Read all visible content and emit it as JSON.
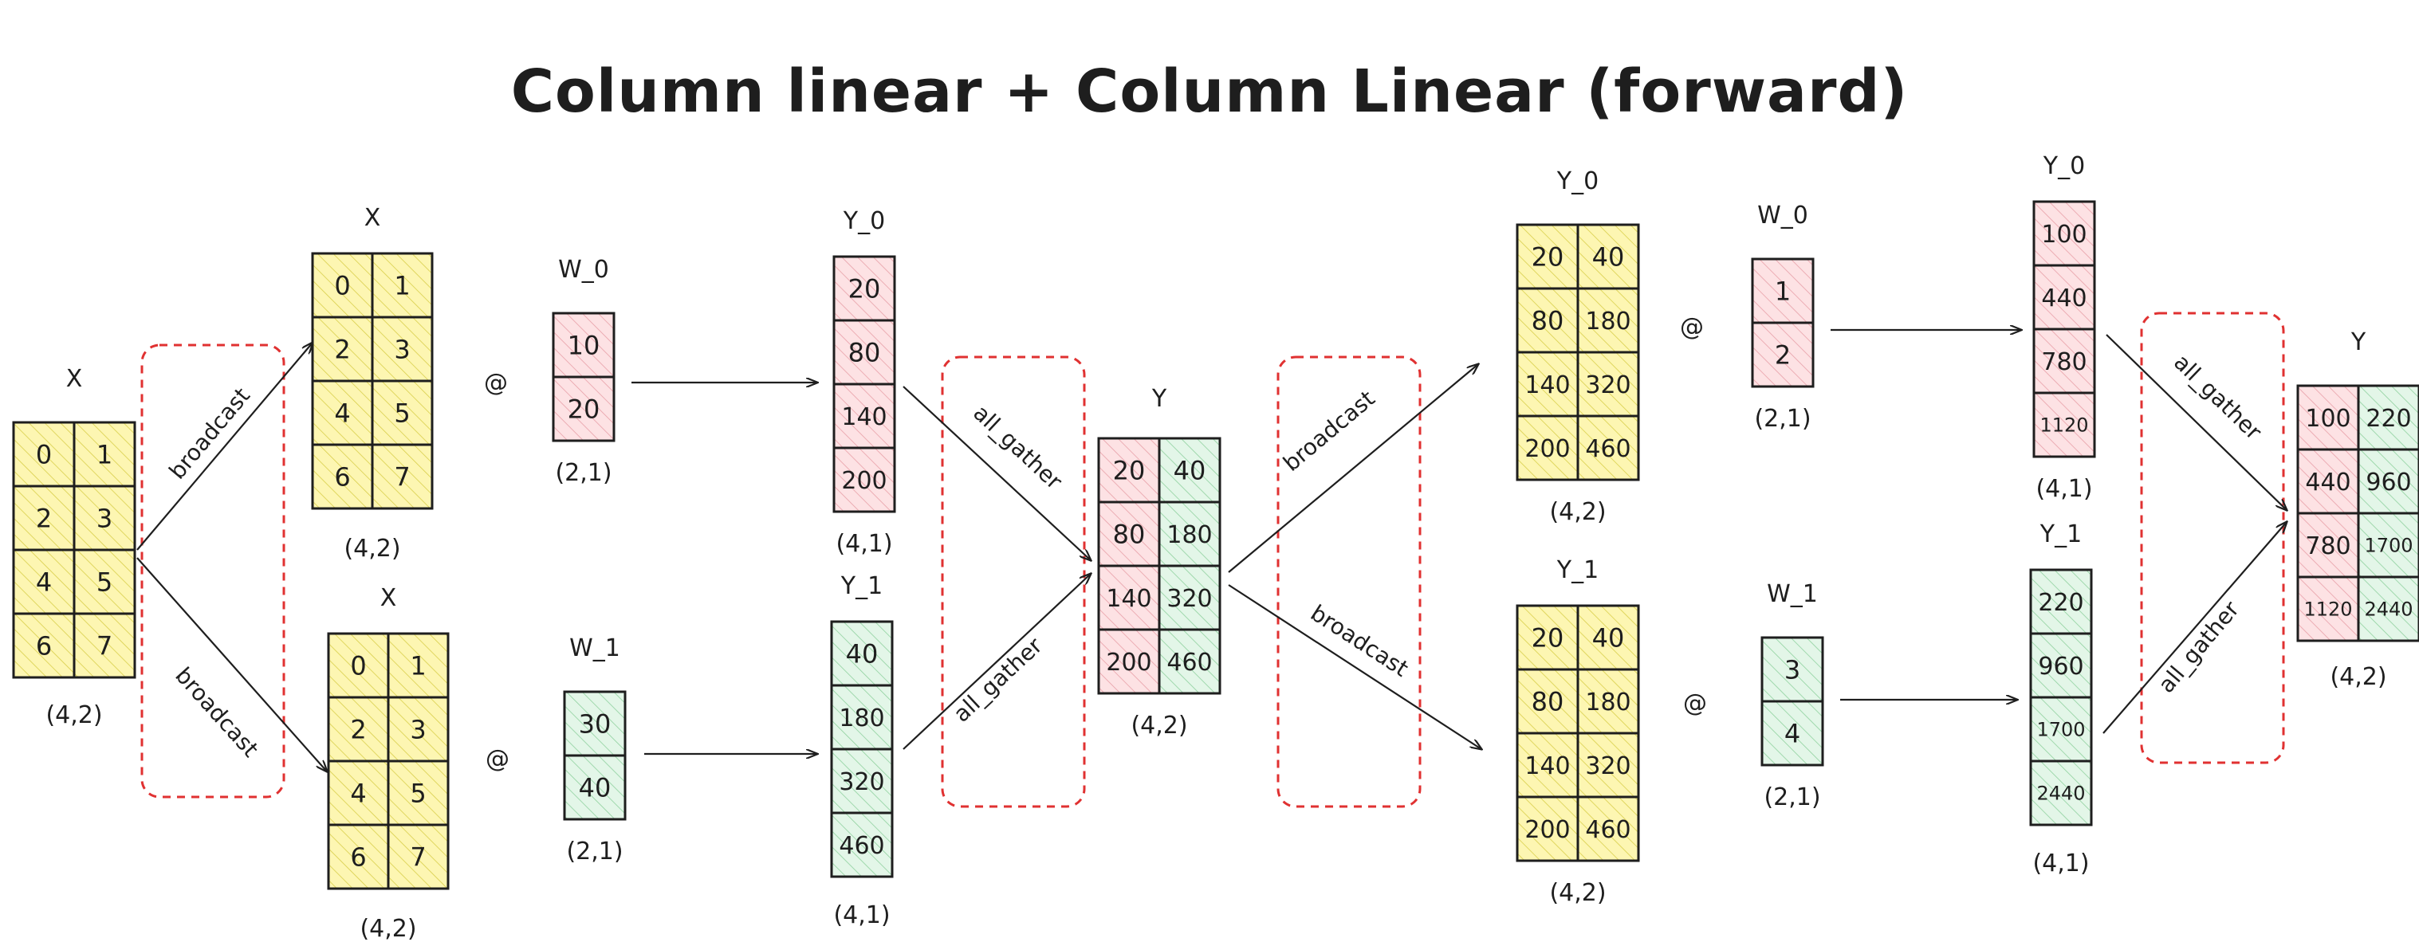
{
  "title": "Column linear + Column Linear (forward)",
  "colors": {
    "yellow": "#fdf6b2",
    "yellow_hatch": "#d9cf4a",
    "red": "#fde2e4",
    "red_hatch": "#e8a0a8",
    "green": "#e3f6e8",
    "green_hatch": "#8fd19e",
    "dashed_box": "#e03131",
    "ink": "#1e1e1e"
  },
  "operator": "@",
  "matrices": {
    "x_input": {
      "name": "X",
      "shape": "(4,2)",
      "values": [
        [
          "0",
          "1"
        ],
        [
          "2",
          "3"
        ],
        [
          "4",
          "5"
        ],
        [
          "6",
          "7"
        ]
      ]
    },
    "x_top": {
      "name": "X",
      "shape": "(4,2)",
      "values": [
        [
          "0",
          "1"
        ],
        [
          "2",
          "3"
        ],
        [
          "4",
          "5"
        ],
        [
          "6",
          "7"
        ]
      ]
    },
    "x_bottom": {
      "name": "X",
      "shape": "(4,2)",
      "values": [
        [
          "0",
          "1"
        ],
        [
          "2",
          "3"
        ],
        [
          "4",
          "5"
        ],
        [
          "6",
          "7"
        ]
      ]
    },
    "w0_a": {
      "name": "W_0",
      "shape": "(2,1)",
      "values": [
        [
          "10"
        ],
        [
          "20"
        ]
      ]
    },
    "w1_a": {
      "name": "W_1",
      "shape": "(2,1)",
      "values": [
        [
          "30"
        ],
        [
          "40"
        ]
      ]
    },
    "y0_a": {
      "name": "Y_0",
      "shape": "(4,1)",
      "values": [
        [
          "20"
        ],
        [
          "80"
        ],
        [
          "140"
        ],
        [
          "200"
        ]
      ]
    },
    "y1_a": {
      "name": "Y_1",
      "shape": "(4,1)",
      "values": [
        [
          "40"
        ],
        [
          "180"
        ],
        [
          "320"
        ],
        [
          "460"
        ]
      ]
    },
    "y_mid": {
      "name": "Y",
      "shape": "(4,2)",
      "values": [
        [
          "20",
          "40"
        ],
        [
          "80",
          "180"
        ],
        [
          "140",
          "320"
        ],
        [
          "200",
          "460"
        ]
      ]
    },
    "y0_b": {
      "name": "Y_0",
      "shape": "(4,2)",
      "values": [
        [
          "20",
          "40"
        ],
        [
          "80",
          "180"
        ],
        [
          "140",
          "320"
        ],
        [
          "200",
          "460"
        ]
      ]
    },
    "y1_b": {
      "name": "Y_1",
      "shape": "(4,2)",
      "values": [
        [
          "20",
          "40"
        ],
        [
          "80",
          "180"
        ],
        [
          "140",
          "320"
        ],
        [
          "200",
          "460"
        ]
      ]
    },
    "w0_b": {
      "name": "W_0",
      "shape": "(2,1)",
      "values": [
        [
          "1"
        ],
        [
          "2"
        ]
      ]
    },
    "w1_b": {
      "name": "W_1",
      "shape": "(2,1)",
      "values": [
        [
          "3"
        ],
        [
          "4"
        ]
      ]
    },
    "y0_c": {
      "name": "Y_0",
      "shape": "(4,1)",
      "values": [
        [
          "100"
        ],
        [
          "440"
        ],
        [
          "780"
        ],
        [
          "1120"
        ]
      ]
    },
    "y1_c": {
      "name": "Y_1",
      "shape": "(4,1)",
      "values": [
        [
          "220"
        ],
        [
          "960"
        ],
        [
          "1700"
        ],
        [
          "2440"
        ]
      ]
    },
    "y_out": {
      "name": "Y",
      "shape": "(4,2)",
      "values": [
        [
          "100",
          "220"
        ],
        [
          "440",
          "960"
        ],
        [
          "780",
          "1700"
        ],
        [
          "1120",
          "2440"
        ]
      ]
    }
  },
  "edges": {
    "broadcast_1_top": "broadcast",
    "broadcast_1_bottom": "broadcast",
    "all_gather_1_top": "all_gather",
    "all_gather_1_bottom": "all_gather",
    "broadcast_2_top": "broadcast",
    "broadcast_2_bottom": "broadcast",
    "all_gather_2_top": "all_gather",
    "all_gather_2_bottom": "all_gather"
  }
}
